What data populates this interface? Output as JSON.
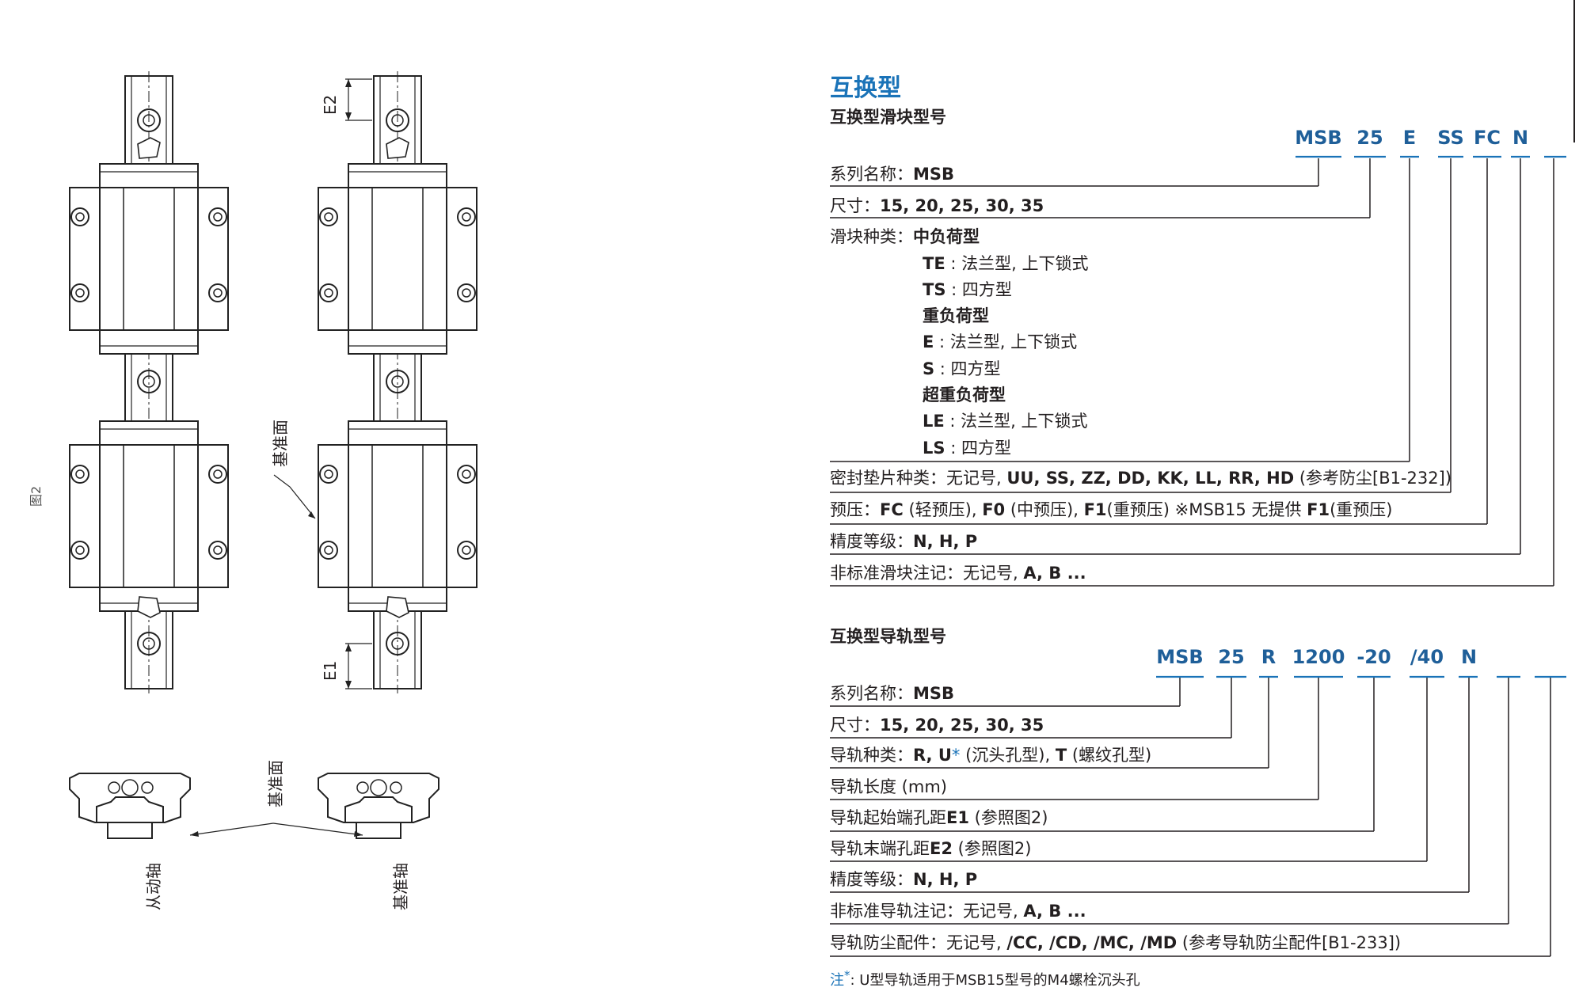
{
  "figure_label": "图2",
  "drawing": {
    "ref_face_1": "基准面",
    "ref_face_2": "基准面",
    "e1": "E1",
    "e2": "E2",
    "driven_axis": "从动轴",
    "reference_axis": "基准轴"
  },
  "section_title": "互换型",
  "block": {
    "title": "互换型滑块型号",
    "codes": [
      "MSB",
      "25",
      "E",
      "SS",
      "FC",
      "N"
    ],
    "rows": {
      "series_label": "系列名称：",
      "series_value": "MSB",
      "size_label": "尺寸：",
      "size_value": "15, 20, 25, 30, 35",
      "type_label": "滑块种类：",
      "type_medium": "中负荷型",
      "te_code": "TE",
      "te_desc": " : 法兰型, 上下锁式",
      "ts_code": "TS",
      "ts_desc": " : 四方型",
      "type_heavy": "重负荷型",
      "e_code": "E",
      "e_desc": " : 法兰型, 上下锁式",
      "s_code": "S",
      "s_desc": " : 四方型",
      "type_super": "超重负荷型",
      "le_code": "LE",
      "le_desc": " : 法兰型, 上下锁式",
      "ls_code": "LS",
      "ls_desc": " : 四方型",
      "seal_label": "密封垫片种类：无记号, ",
      "seal_value": "UU, SS, ZZ, DD, KK, LL, RR, HD",
      "seal_ref": " (参考防尘[B1-232])",
      "preload_label": "预压：",
      "preload_fc": "FC",
      "preload_fc_desc": " (轻预压), ",
      "preload_f0": "F0",
      "preload_f0_desc": " (中预压), ",
      "preload_f1": "F1",
      "preload_f1_desc": "(重预压) ※MSB15 无提供 ",
      "preload_f1b": "F1",
      "preload_f1b_desc": "(重预压)",
      "accuracy_label": "精度等级：",
      "accuracy_value": "N, H, P",
      "nonstd_label": "非标准滑块注记：无记号, ",
      "nonstd_value": "A, B ..."
    }
  },
  "rail": {
    "title": "互换型导轨型号",
    "codes": [
      "MSB",
      "25",
      "R",
      "1200",
      "-20",
      "/40",
      "N"
    ],
    "rows": {
      "series_label": "系列名称：",
      "series_value": "MSB",
      "size_label": "尺寸：",
      "size_value": "15, 20, 25, 30, 35",
      "type_label": "导轨种类：",
      "type_value": "R, U",
      "type_star": "*",
      "type_desc1": " (沉头孔型), ",
      "type_t": "T",
      "type_desc2": " (螺纹孔型)",
      "length": "导轨长度 (mm)",
      "start_label": "导轨起始端孔距",
      "start_code": "E1",
      "start_ref": " (参照图2)",
      "end_label": "导轨末端孔距",
      "end_code": "E2",
      "end_ref": " (参照图2)",
      "accuracy_label": "精度等级：",
      "accuracy_value": "N, H, P",
      "nonstd_label": "非标准导轨注记：无记号, ",
      "nonstd_value": "A, B ...",
      "dust_label": "导轨防尘配件：无记号, ",
      "dust_value": "/CC, /CD, /MC, /MD",
      "dust_ref": " (参考导轨防尘配件[B1-233])"
    }
  },
  "footnote": {
    "prefix": "注",
    "star": "*",
    "text": ": U型导轨适用于MSB15型号的M4螺栓沉头孔"
  }
}
